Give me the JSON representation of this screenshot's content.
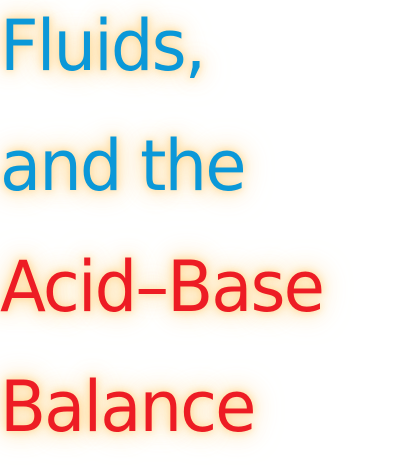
{
  "title_lines": [
    {
      "text": "Fluids,",
      "color": "#0b98d8"
    },
    {
      "text": "and the",
      "color": "#0b98d8"
    },
    {
      "text": "Acid–Base",
      "color": "#ed1c24"
    },
    {
      "text": "Balance",
      "color": "#ed1c24"
    }
  ],
  "colors": {
    "blue_text": "#0b98d8",
    "red_text": "#ed1c24",
    "glow": "#ffd68c",
    "background": "#ffffff"
  }
}
